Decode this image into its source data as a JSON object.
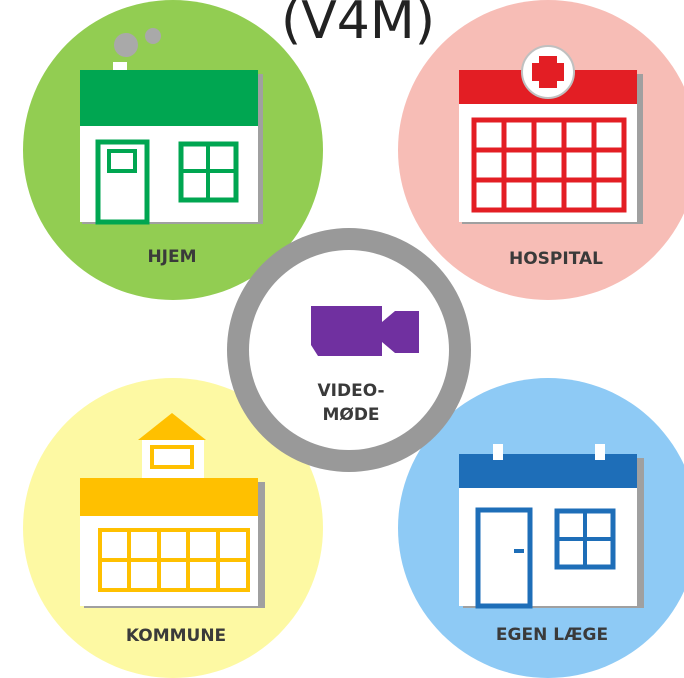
{
  "header": {
    "title_fragment": "(V4M)"
  },
  "nodes": {
    "hjem": {
      "label": "HJEM",
      "color": "#92cd52",
      "accent": "#00a651"
    },
    "hospital": {
      "label": "HOSPITAL",
      "color": "#f7bdb6",
      "accent": "#e31e24"
    },
    "kommune": {
      "label": "KOMMUNE",
      "color": "#fdf9a3",
      "accent": "#ffc000"
    },
    "egen": {
      "label": "EGEN LÆGE",
      "color": "#8ecaf5",
      "accent": "#1e6eb8"
    }
  },
  "center": {
    "label_line1": "VIDEO-",
    "label_line2": "MØDE",
    "ring_color": "#999999",
    "icon_color": "#7030a0",
    "icon": "video-camera-icon"
  }
}
